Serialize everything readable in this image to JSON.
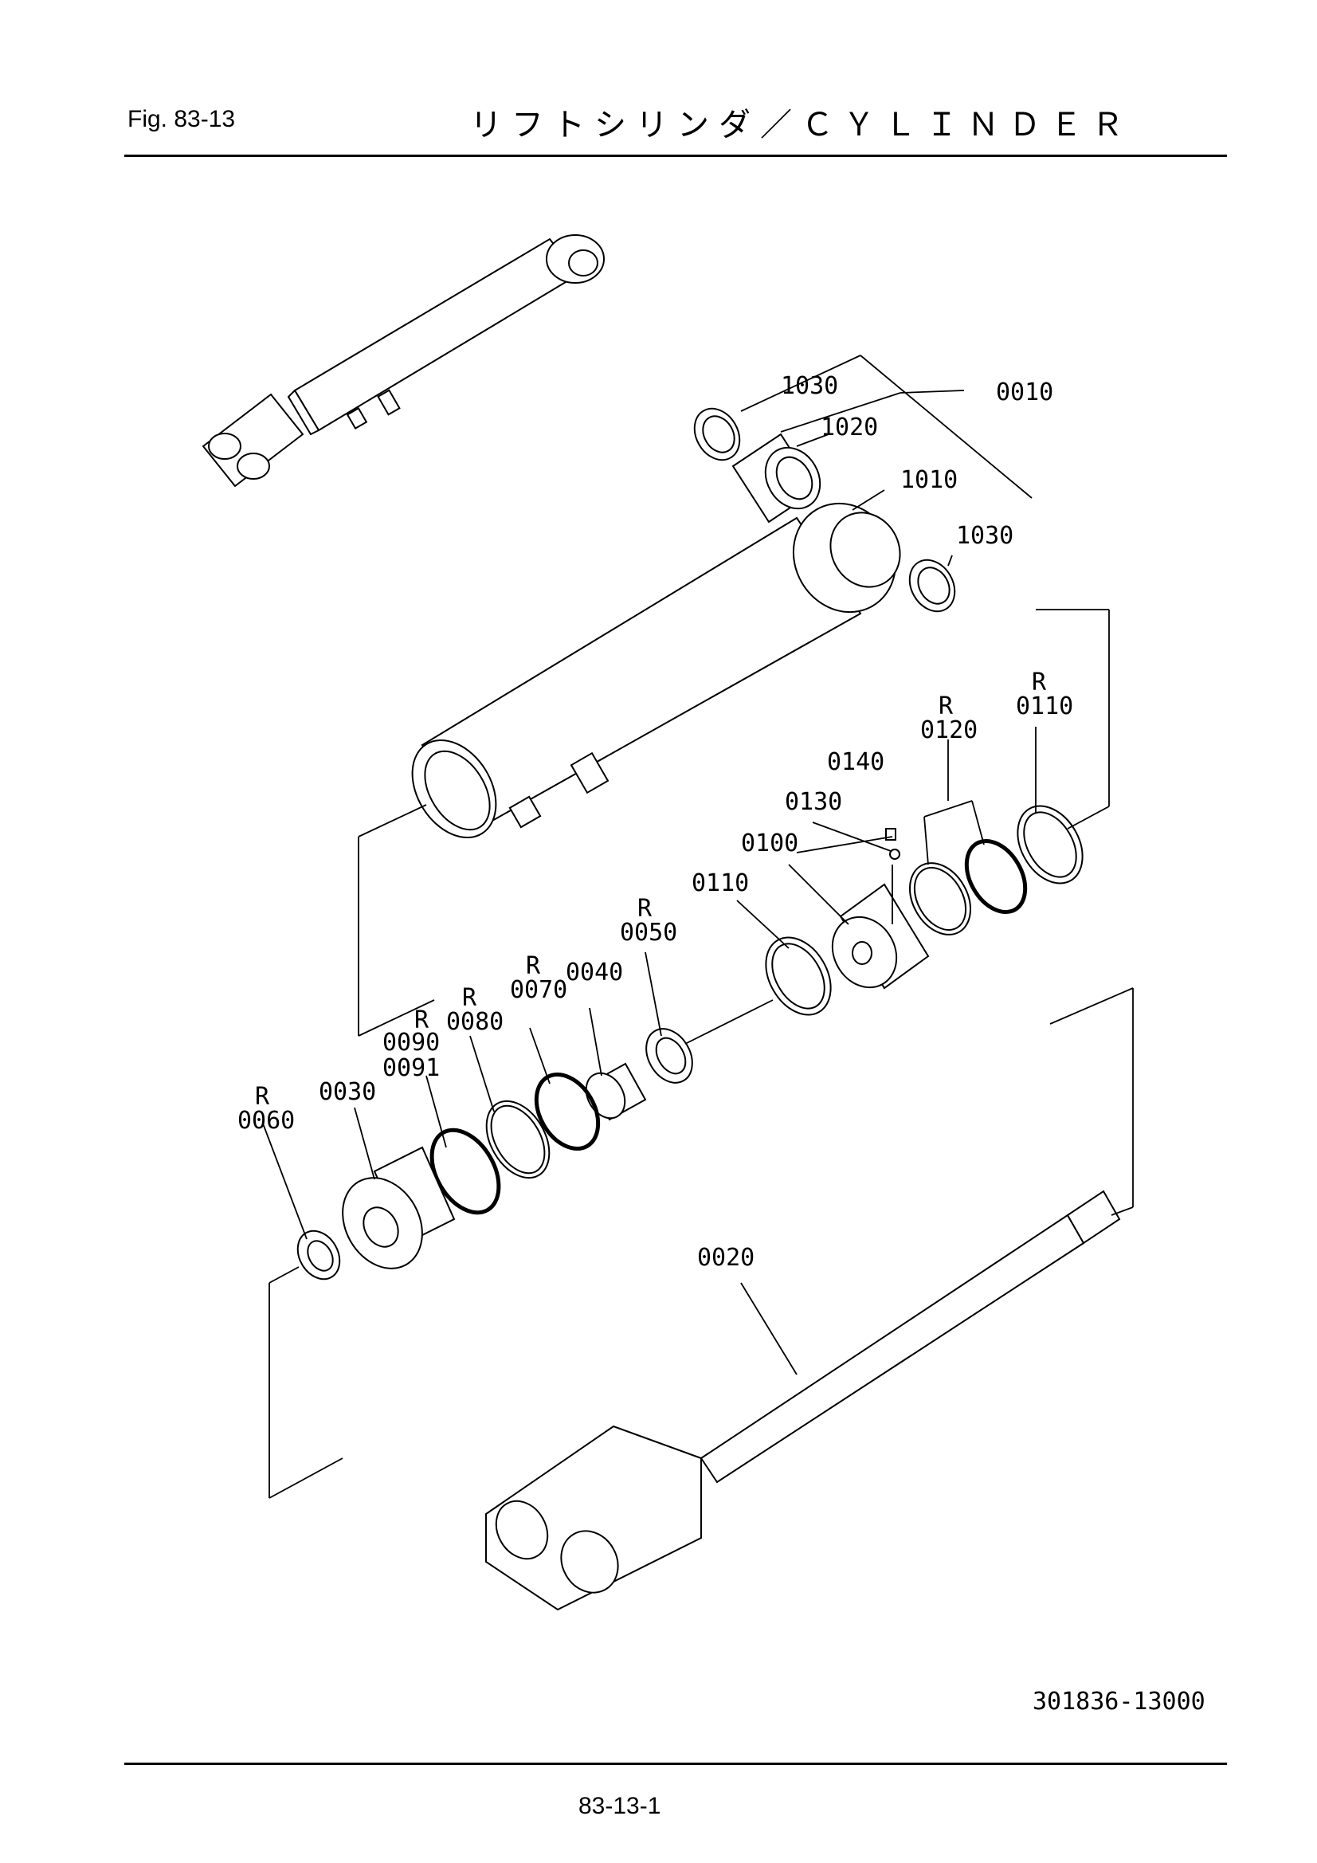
{
  "header": {
    "fig_label": "Fig.  83-13",
    "title": "リフトシリンダ／ＣＹＬＩＮＤＥＲ"
  },
  "callouts": {
    "c1030a": "1030",
    "c1020": "1020",
    "c0010": "0010",
    "c1010": "1010",
    "c1030b": "1030",
    "r0110a": "R",
    "c0110a": "0110",
    "r0120": "R",
    "c0120": "0120",
    "c0140": "0140",
    "c0130": "0130",
    "c0100": "0100",
    "c0110b": "0110",
    "r0050": "R",
    "c0050": "0050",
    "c0040": "0040",
    "r0070": "R",
    "c0070": "0070",
    "r0080": "R",
    "c0080": "0080",
    "r0090": "R",
    "c0090": "0090",
    "c0091": "0091",
    "c0030": "0030",
    "r0060": "R",
    "c0060": "0060",
    "c0020": "0020"
  },
  "footer": {
    "drawing_number": "301836-13000",
    "page_number": "83-13-1"
  }
}
